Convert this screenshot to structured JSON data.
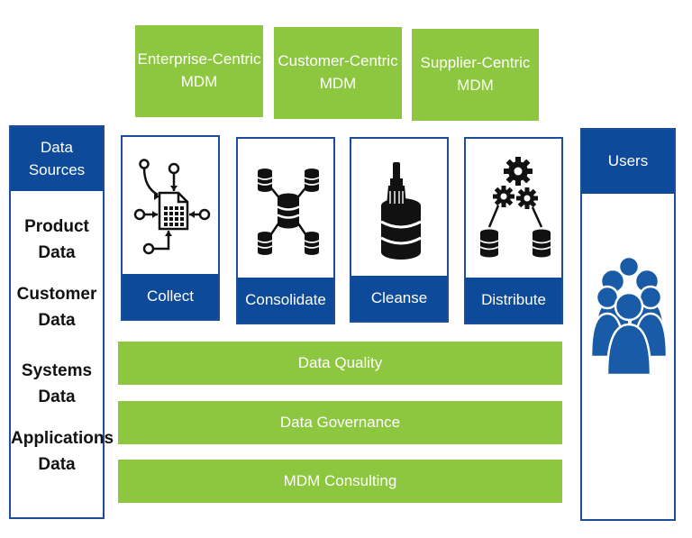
{
  "strategies": [
    {
      "label": "Enterprise-Centric\nMDM"
    },
    {
      "label": "Customer-Centric\nMDM"
    },
    {
      "label": "Supplier-Centric\nMDM"
    }
  ],
  "data_sources": {
    "title": "Data\nSources",
    "items": [
      "Product\nData",
      "Customer\nData",
      "Systems\nData",
      "Applications\nData"
    ]
  },
  "processes": [
    {
      "label": "Collect",
      "icon": "document-hub-icon"
    },
    {
      "label": "Consolidate",
      "icon": "database-network-icon"
    },
    {
      "label": "Cleanse",
      "icon": "database-brush-icon"
    },
    {
      "label": "Distribute",
      "icon": "gears-databases-icon"
    }
  ],
  "layers": [
    {
      "label": "Data Quality"
    },
    {
      "label": "Data Governance"
    },
    {
      "label": "MDM Consulting"
    }
  ],
  "users": {
    "title": "Users",
    "icon": "users-group-icon"
  },
  "colors": {
    "green": "#8dc63f",
    "navy": "#0d4a9a"
  }
}
